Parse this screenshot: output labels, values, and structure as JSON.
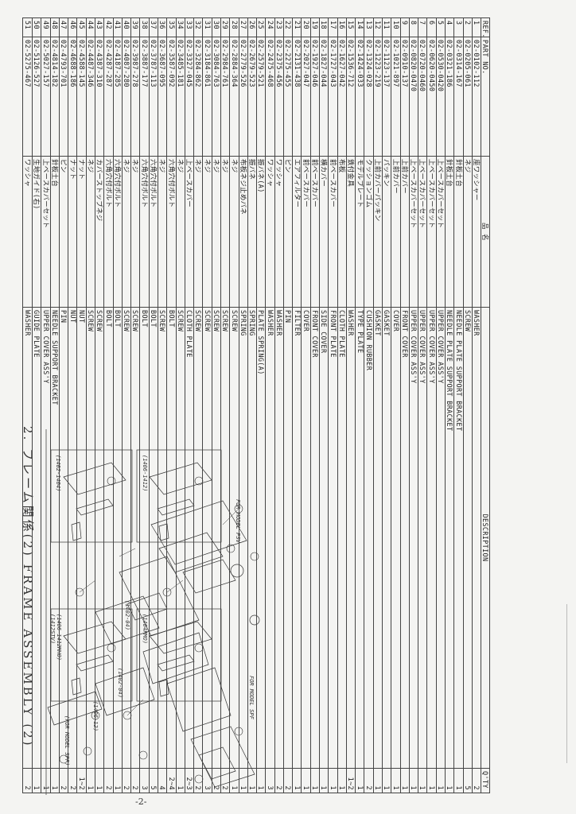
{
  "section_title": "2. フレーム関係(2)   FRAME ASSEMBLY (2)",
  "page_number": "-2-",
  "captions": {
    "upper_left": "(1402-1404)",
    "upper_right": "(1406-1412)",
    "lower_left": "(1406-1412MHO)\n(1412STV)",
    "lower_right": "(1404PMO)",
    "model_spf": "(FOR MODEL SPF)",
    "model_spf_right": "FOR MODEL SPF",
    "model_psv": "FOR MODEL PSV",
    "range_a": "(1402-04)",
    "range_b": "(1402-04)",
    "range_c": "(1406-12)"
  },
  "table": {
    "headers": {
      "ref": "REF.NO.",
      "part": "PART NO.",
      "jp": "品    名",
      "desc": "DESCRIPTION",
      "qty": "Q'TY"
    },
    "rows": [
      {
        "ref": "1",
        "part": "02-0102-112",
        "jp": "座ワッシャー",
        "desc": "WASHER",
        "qty": "2"
      },
      {
        "ref": "2",
        "part": "02-0205-061",
        "jp": "ネジ",
        "desc": "SCREW",
        "qty": "5"
      },
      {
        "ref": "3",
        "part": "02-0314-167",
        "jp": "針板土台",
        "desc": "NEEDLE PLATE SUPPORT BRACKET",
        "qty": "1"
      },
      {
        "ref": "4",
        "part": "02-0321-186",
        "jp": "針板土台",
        "desc": "NEEDLE PLATE SUPPORT BRACKET",
        "qty": "1"
      },
      {
        "ref": "5",
        "part": "02-0530-0420",
        "jp": "上ベースカバーセット",
        "desc": "UPPER COVER ASS'Y",
        "qty": "1"
      },
      {
        "ref": "6",
        "part": "02-0620-0450",
        "jp": "上ベースカバーセット",
        "desc": "UPPER COVER ASS'Y",
        "qty": "1"
      },
      {
        "ref": "7",
        "part": "02-0720-0460",
        "jp": "上ベースカバーセット",
        "desc": "UPPER COVER ASS'Y",
        "qty": "1"
      },
      {
        "ref": "8",
        "part": "02-0820-0470",
        "jp": "上ベースカバーセット",
        "desc": "UPPER COVER ASS'Y",
        "qty": "1"
      },
      {
        "ref": "9",
        "part": "02-0910-137",
        "jp": "上前カバー",
        "desc": "FRONT COVER",
        "qty": "1"
      },
      {
        "ref": "10",
        "part": "02-1021-897",
        "jp": "上前カバー",
        "desc": "COVER",
        "qty": "1"
      },
      {
        "ref": "11",
        "part": "02-1123-137",
        "jp": "パッキン",
        "desc": "GASKET",
        "qty": "1"
      },
      {
        "ref": "12",
        "part": "02-1223-219",
        "jp": "上前カバーパッキン",
        "desc": "GASKET",
        "qty": "1"
      },
      {
        "ref": "13",
        "part": "02-1324-028",
        "jp": "クッションゴム",
        "desc": "CUSHION RUBBER",
        "qty": "2"
      },
      {
        "ref": "14",
        "part": "02-1424-033",
        "jp": "モデルプレート",
        "desc": "TYPE PLATE",
        "qty": "1"
      },
      {
        "ref": "15",
        "part": "02-1536-712",
        "jp": "鉄付金具",
        "desc": "WASHER",
        "qty": "1~2"
      },
      {
        "ref": "16",
        "part": "02-1627-042",
        "jp": "布板",
        "desc": "CLOTH PLATE",
        "qty": "1"
      },
      {
        "ref": "17",
        "part": "02-1727-043",
        "jp": "前ベースカバー",
        "desc": "FRONT PLATE",
        "qty": "1"
      },
      {
        "ref": "18",
        "part": "02-1827-044",
        "jp": "横カバー",
        "desc": "SIDE COVER",
        "qty": "1"
      },
      {
        "ref": "19",
        "part": "02-1927-046",
        "jp": "前ベースカバー",
        "desc": "FRONT COVER",
        "qty": "1"
      },
      {
        "ref": "20",
        "part": "02-2027-047",
        "jp": "前ベースカバー",
        "desc": "COVER",
        "qty": "1"
      },
      {
        "ref": "21",
        "part": "02-2131-438",
        "jp": "エアフィルター",
        "desc": "FILTER",
        "qty": "1"
      },
      {
        "ref": "22",
        "part": "02-2275-455",
        "jp": "ピン",
        "desc": "PIN",
        "qty": "2"
      },
      {
        "ref": "23",
        "part": "02-2375-456",
        "jp": "ワッシャ",
        "desc": "WASHER",
        "qty": "2"
      },
      {
        "ref": "24",
        "part": "02-2475-468",
        "jp": "ワッシャ",
        "desc": "WASHER",
        "qty": "3"
      },
      {
        "ref": "25",
        "part": "02-2579-521",
        "jp": "振バネ(A)",
        "desc": "PLATE SPRING(A)",
        "qty": "1"
      },
      {
        "ref": "26",
        "part": "02-2679-523",
        "jp": "振バネ",
        "desc": "SPRING",
        "qty": "1"
      },
      {
        "ref": "27",
        "part": "02-2779-526",
        "jp": "布板ネジ止めバネ",
        "desc": "SPRING",
        "qty": "1"
      },
      {
        "ref": "28",
        "part": "02-2884-364",
        "jp": "ネジ",
        "desc": "SCREW",
        "qty": "1"
      },
      {
        "ref": "29",
        "part": "02-2984-761",
        "jp": "ネジ",
        "desc": "SCREW",
        "qty": "2"
      },
      {
        "ref": "30",
        "part": "02-3084-763",
        "jp": "ネジ",
        "desc": "SCREW",
        "qty": "2"
      },
      {
        "ref": "31",
        "part": "02-3184-861",
        "jp": "ネジ",
        "desc": "SCREW",
        "qty": "3"
      },
      {
        "ref": "32",
        "part": "02-3284-862",
        "jp": "ネジ",
        "desc": "SCREW",
        "qty": "2"
      },
      {
        "ref": "33",
        "part": "02-3327-045",
        "jp": "上ベースカバー",
        "desc": "CLOTH PLATE",
        "qty": "2~3"
      },
      {
        "ref": "34",
        "part": "02-3485-181",
        "jp": "ネジ",
        "desc": "SCREW",
        "qty": "1"
      },
      {
        "ref": "35",
        "part": "02-3587-092",
        "jp": "六角穴付ボルト",
        "desc": "BOLT",
        "qty": "2~4"
      },
      {
        "ref": "36",
        "part": "02-3687-095",
        "jp": "ネジ",
        "desc": "SCREW",
        "qty": "4"
      },
      {
        "ref": "37",
        "part": "02-3787-113",
        "jp": "六角穴付ボルト",
        "desc": "BOLT",
        "qty": "5"
      },
      {
        "ref": "38",
        "part": "02-3887-177",
        "jp": "六角穴付ボルト",
        "desc": "BOLT",
        "qty": "3"
      },
      {
        "ref": "39",
        "part": "02-3987-278",
        "jp": "ネジ",
        "desc": "SCREW",
        "qty": "2"
      },
      {
        "ref": "40",
        "part": "02-4087-280",
        "jp": "ネジ",
        "desc": "SCREW",
        "qty": "2"
      },
      {
        "ref": "41",
        "part": "02-4187-285",
        "jp": "六角穴付ボルト",
        "desc": "BOLT",
        "qty": "1"
      },
      {
        "ref": "42",
        "part": "02-4287-287",
        "jp": "六角穴付ボルト",
        "desc": "BOLT",
        "qty": "2"
      },
      {
        "ref": "43",
        "part": "02-4387-310",
        "jp": "カバーストップネジ",
        "desc": "SCREW",
        "qty": "1"
      },
      {
        "ref": "44",
        "part": "02-4487-346",
        "jp": "ネジ",
        "desc": "SCREW",
        "qty": "1"
      },
      {
        "ref": "45",
        "part": "02-4588-145",
        "jp": "ナット",
        "desc": "NUT",
        "qty": "1~2"
      },
      {
        "ref": "46",
        "part": "02-4688-186",
        "jp": "ナット",
        "desc": "NUT",
        "qty": "2"
      },
      {
        "ref": "47",
        "part": "02-4793-701",
        "jp": "ピン",
        "desc": "PIN",
        "qty": "2"
      },
      {
        "ref": "48",
        "part": "02-4814-182",
        "jp": "針板土台",
        "desc": "NEEDLE SUPPORT BRACKET",
        "qty": "1"
      },
      {
        "ref": "49",
        "part": "02-5027-157",
        "jp": "上ベースカバーセット",
        "desc": "UPPER COVER ASS'Y",
        "qty": "1"
      },
      {
        "ref": "50",
        "part": "02-5126-527",
        "jp": "生地ガイド(右)",
        "desc": "GUIDE PLATE",
        "qty": "1"
      },
      {
        "ref": "51",
        "part": "02-5275-467",
        "jp": "ワッシャ",
        "desc": "WASHER",
        "qty": "2"
      }
    ]
  }
}
